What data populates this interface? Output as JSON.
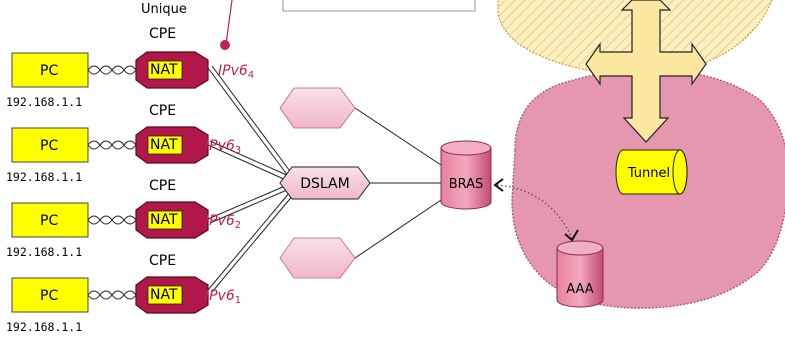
{
  "pcs": [
    {
      "label": "PC",
      "ip": "192.168.1.1",
      "cpe_label": "CPE",
      "nat_label": "NAT",
      "ipv6_base": "IPv6",
      "ipv6_index": "4"
    },
    {
      "label": "PC",
      "ip": "192.168.1.1",
      "cpe_label": "CPE",
      "nat_label": "NAT",
      "ipv6_base": "IPv6",
      "ipv6_index": "3"
    },
    {
      "label": "PC",
      "ip": "192.168.1.1",
      "cpe_label": "CPE",
      "nat_label": "NAT",
      "ipv6_base": "IPv6",
      "ipv6_index": "2"
    },
    {
      "label": "PC",
      "ip": "192.168.1.1",
      "cpe_label": "CPE",
      "nat_label": "NAT",
      "ipv6_base": "IPv6",
      "ipv6_index": "1"
    }
  ],
  "unique_label": "Unique",
  "dslam_label": "DSLAM",
  "bras_label": "BRAS",
  "aaa_label": "AAA",
  "tunnel_label": "Tunnel",
  "colors": {
    "pc_fill": "#ffff00",
    "nat_fill": "#b0184a",
    "accent": "#c0205a",
    "cloud_fill": "#e597b0",
    "cloud_top_fill": "#fbe7a2",
    "bras_fill": "#d9628a",
    "hex_fill": "#f4c6d3"
  }
}
